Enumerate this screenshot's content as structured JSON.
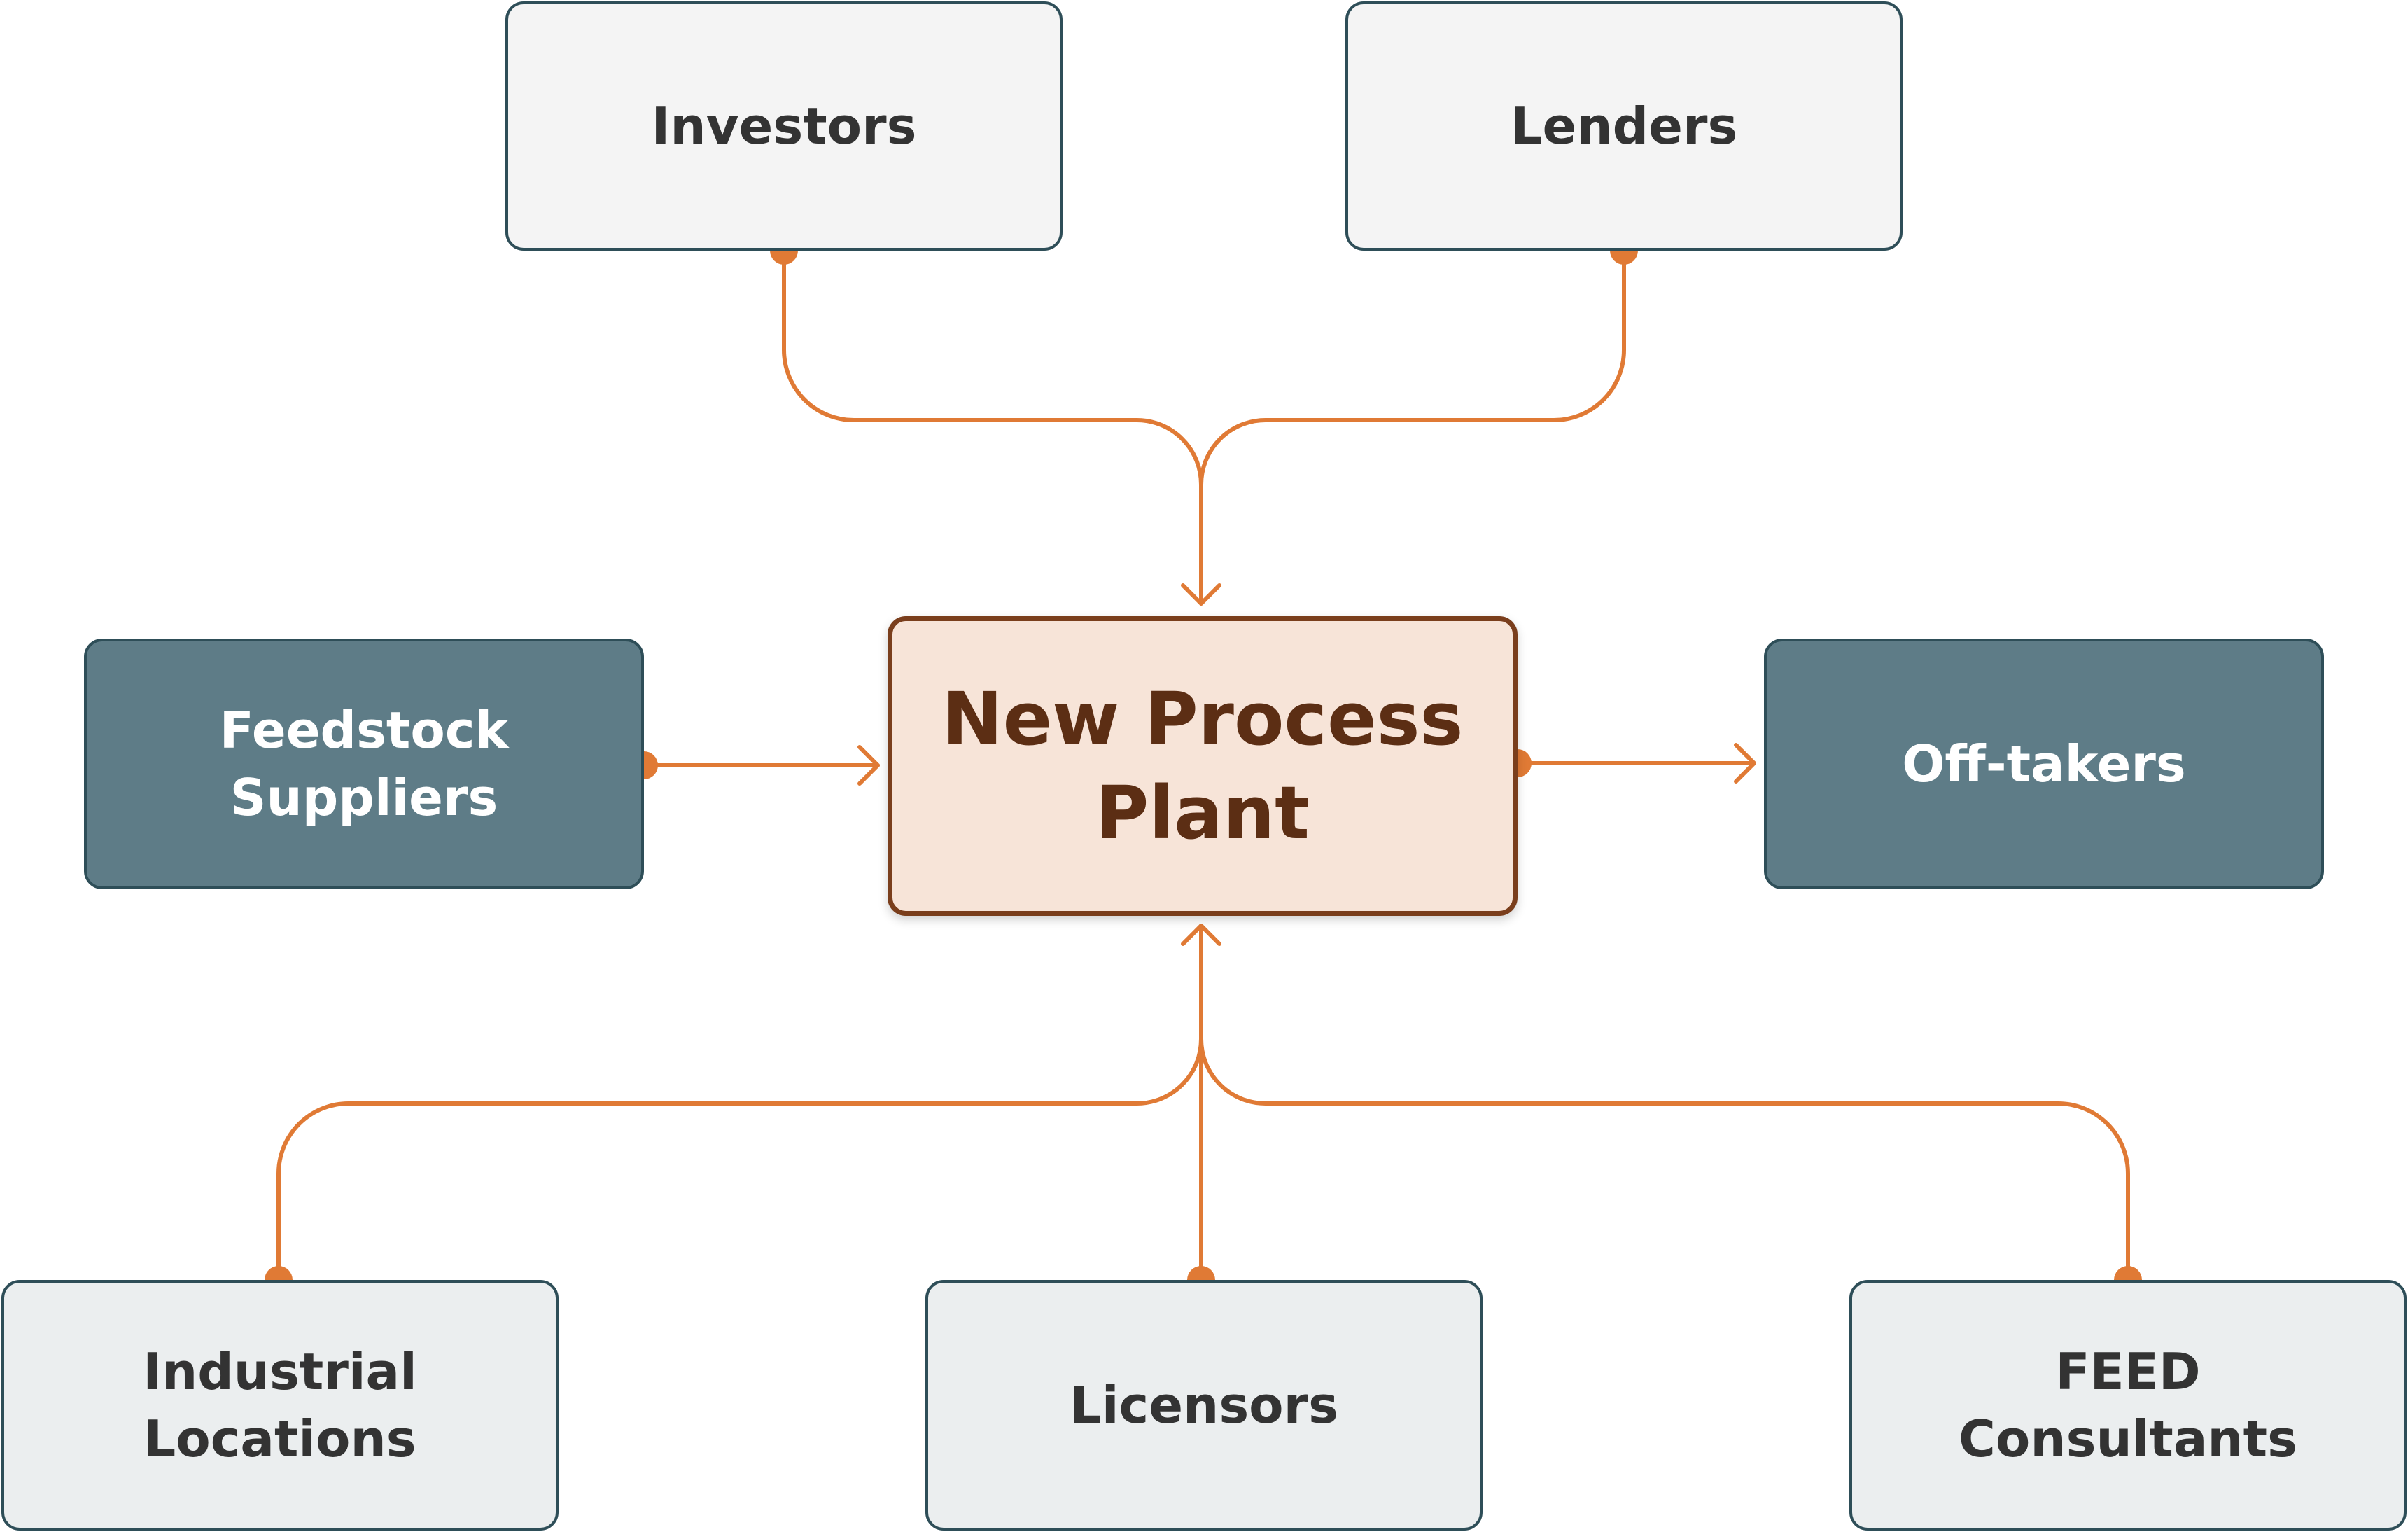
{
  "colors": {
    "connector": "#e07a35",
    "node_border": "#2e4e58",
    "node_light_fill": "#f4f4f4",
    "node_bottom_fill": "#ebeeef",
    "node_dark_fill": "#5e7c87",
    "center_fill": "#f7e4d8",
    "center_border": "#7a3e1c",
    "center_text": "#5c2e14"
  },
  "nodes": {
    "investors": "Investors",
    "lenders": "Lenders",
    "feedstock": "Feedstock\nSuppliers",
    "center": "New Process\nPlant",
    "offtakers": "Off-takers",
    "industrial": "Industrial\nLocations",
    "licensors": "Licensors",
    "feed": "FEED\nConsultants"
  }
}
